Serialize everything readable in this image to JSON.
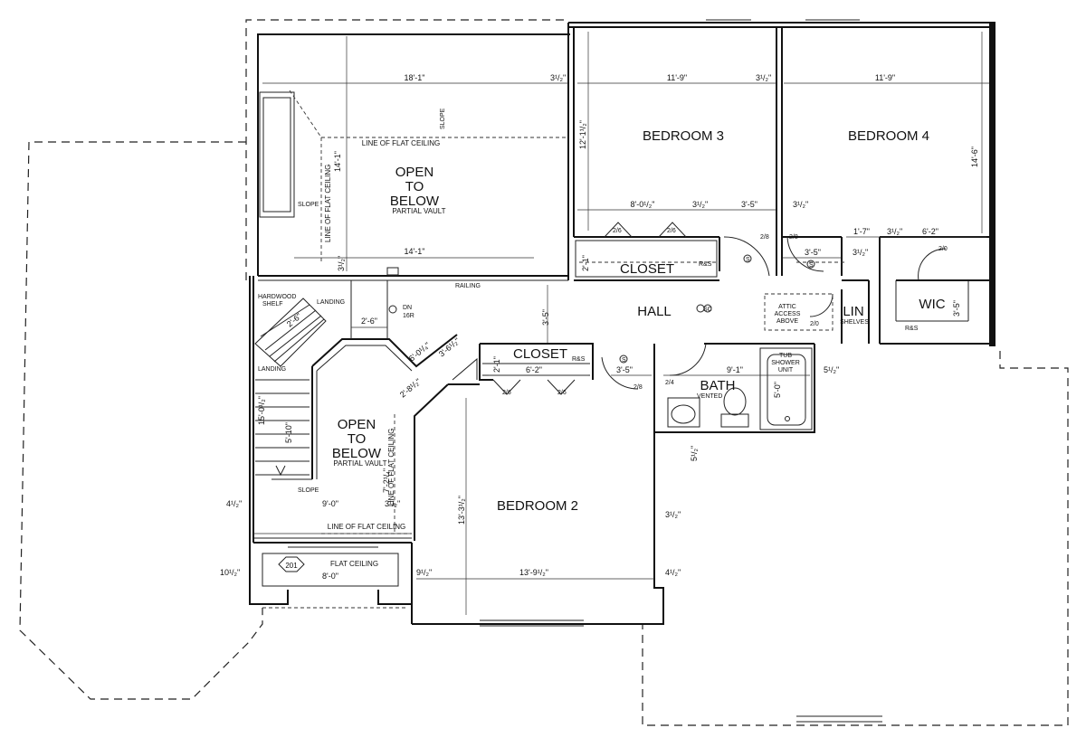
{
  "rooms": {
    "bedroom3": "BEDROOM 3",
    "bedroom4": "BEDROOM 4",
    "bedroom2": "BEDROOM 2",
    "hall": "HALL",
    "closet_top": "CLOSET",
    "closet_mid": "CLOSET",
    "bath": "BATH",
    "wic": "WIC",
    "lin": "LIN"
  },
  "labels": {
    "open_top": [
      "OPEN",
      "TO",
      "BELOW"
    ],
    "open_left": [
      "OPEN",
      "TO",
      "BELOW"
    ],
    "partial_vault": "PARTIAL VAULT",
    "line_flat_ceiling": "LINE OF FLAT CEILING",
    "slope": "SLOPE",
    "railing": "RAILING",
    "hardwood_shelf": [
      "HARDWOOD",
      "SHELF"
    ],
    "landing": "LANDING",
    "dn": "DN",
    "risers": "16R",
    "vented": "VENTED",
    "tub_shower": [
      "TUB",
      "SHOWER",
      "UNIT"
    ],
    "attic_access": [
      "ATTIC",
      "ACCESS",
      "ABOVE"
    ],
    "shelves": "SHELVES",
    "rs": "R&S",
    "flat_ceiling": "FLAT CEILING",
    "room_number": "201",
    "sc": "SC",
    "s": "S"
  },
  "dimensions": {
    "top_width": "18'-1\"",
    "b3_width": "11'-9\"",
    "b4_width": "11'-9\"",
    "half_a": "3¹/₂\"",
    "b3_depth": "12'-1¹/₂\"",
    "open_depth": "14'-1\"",
    "open_width": "14'-1\"",
    "b4_depth": "14'-6\"",
    "closet_w": "8'-0¹/₂\"",
    "hall_w1": "3'-5\"",
    "lin_w": "1'-7\"",
    "wic_w": "6'-2\"",
    "closet_d": "2'-1\"",
    "hall_d": "3'-5\"",
    "wic_d": "3'-5\"",
    "stair_w1": "2'-6\"",
    "stair_w2": "2'-6\"",
    "stair_w3": "2'-8¹/₂\"",
    "diag1": "6'-0¹/₄\"",
    "diag2": "3'-6¹/₂\"",
    "closet2_w": "6'-2\"",
    "closet2_d": "2'-1\"",
    "bath_w": "9'-1\"",
    "tub_d": "5'-0\"",
    "five_half": "5¹/₂\"",
    "stair_len": "15'-0¹/₂\"",
    "stair_len2": "5'-10\"",
    "left_w": "9'-0\"",
    "left_d": "7'-2¹/₄\"",
    "four_half": "4¹/₂\"",
    "b2_depth": "13'-3¹/₂\"",
    "b2_width": "13'-9¹/₂\"",
    "nine_half": "9¹/₂\"",
    "ten_half": "10¹/₂\"",
    "flat_w": "8'-0\"",
    "door26": "2/6",
    "door28": "2/8",
    "door24": "2/4",
    "door20": "2/0"
  }
}
